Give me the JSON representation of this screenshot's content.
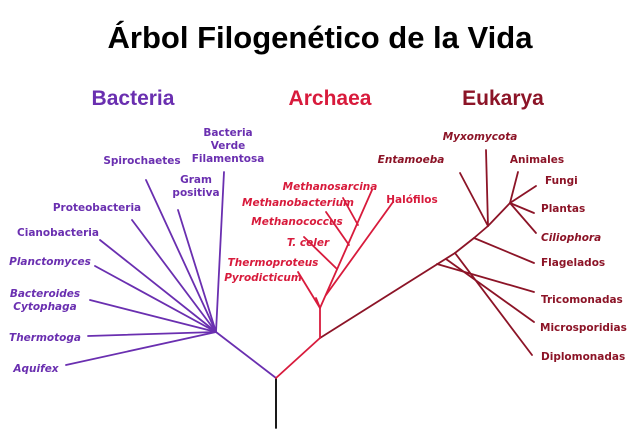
{
  "title": "Árbol Filogenético de la Vida",
  "colors": {
    "root": "#000000",
    "bacteria": "#6a2fb0",
    "archaea": "#d81b3c",
    "eukarya": "#8c1427"
  },
  "domains": [
    {
      "key": "bacteria",
      "label": "Bacteria"
    },
    {
      "key": "archaea",
      "label": "Archaea"
    },
    {
      "key": "eukarya",
      "label": "Eukarya"
    }
  ],
  "leaves": {
    "bacteria": [
      {
        "lines": [
          "Bacteria",
          "Verde",
          "Filamentosa"
        ],
        "italic": false
      },
      {
        "lines": [
          "Spirochaetes"
        ],
        "italic": false
      },
      {
        "lines": [
          "Gram",
          "positiva"
        ],
        "italic": false
      },
      {
        "lines": [
          "Proteobacteria"
        ],
        "italic": false
      },
      {
        "lines": [
          "Cianobacteria"
        ],
        "italic": false
      },
      {
        "lines": [
          "Planctomyces"
        ],
        "italic": true
      },
      {
        "lines": [
          "Bacteroides",
          "Cytophaga"
        ],
        "italic": true
      },
      {
        "lines": [
          "Thermotoga"
        ],
        "italic": true
      },
      {
        "lines": [
          "Aquifex"
        ],
        "italic": true
      }
    ],
    "archaea": [
      {
        "lines": [
          "Methanosarcina"
        ],
        "italic": true
      },
      {
        "lines": [
          "Methanobacterium"
        ],
        "italic": true
      },
      {
        "lines": [
          "Methanococcus"
        ],
        "italic": true
      },
      {
        "lines": [
          "T. celer"
        ],
        "italic": true
      },
      {
        "lines": [
          "Thermoproteus"
        ],
        "italic": true
      },
      {
        "lines": [
          "Pyrodicticum"
        ],
        "italic": true
      },
      {
        "lines": [
          "Halófilos"
        ],
        "italic": false
      }
    ],
    "eukarya": [
      {
        "lines": [
          "Myxomycota"
        ],
        "italic": true
      },
      {
        "lines": [
          "Entamoeba"
        ],
        "italic": true
      },
      {
        "lines": [
          "Animales"
        ],
        "italic": false
      },
      {
        "lines": [
          "Fungi"
        ],
        "italic": false
      },
      {
        "lines": [
          "Plantas"
        ],
        "italic": false
      },
      {
        "lines": [
          "Ciliophora"
        ],
        "italic": true
      },
      {
        "lines": [
          "Flagelados"
        ],
        "italic": false
      },
      {
        "lines": [
          "Tricomonadas"
        ],
        "italic": false
      },
      {
        "lines": [
          "Microsporidias"
        ],
        "italic": false
      },
      {
        "lines": [
          "Diplomonadas"
        ],
        "italic": false
      }
    ]
  }
}
